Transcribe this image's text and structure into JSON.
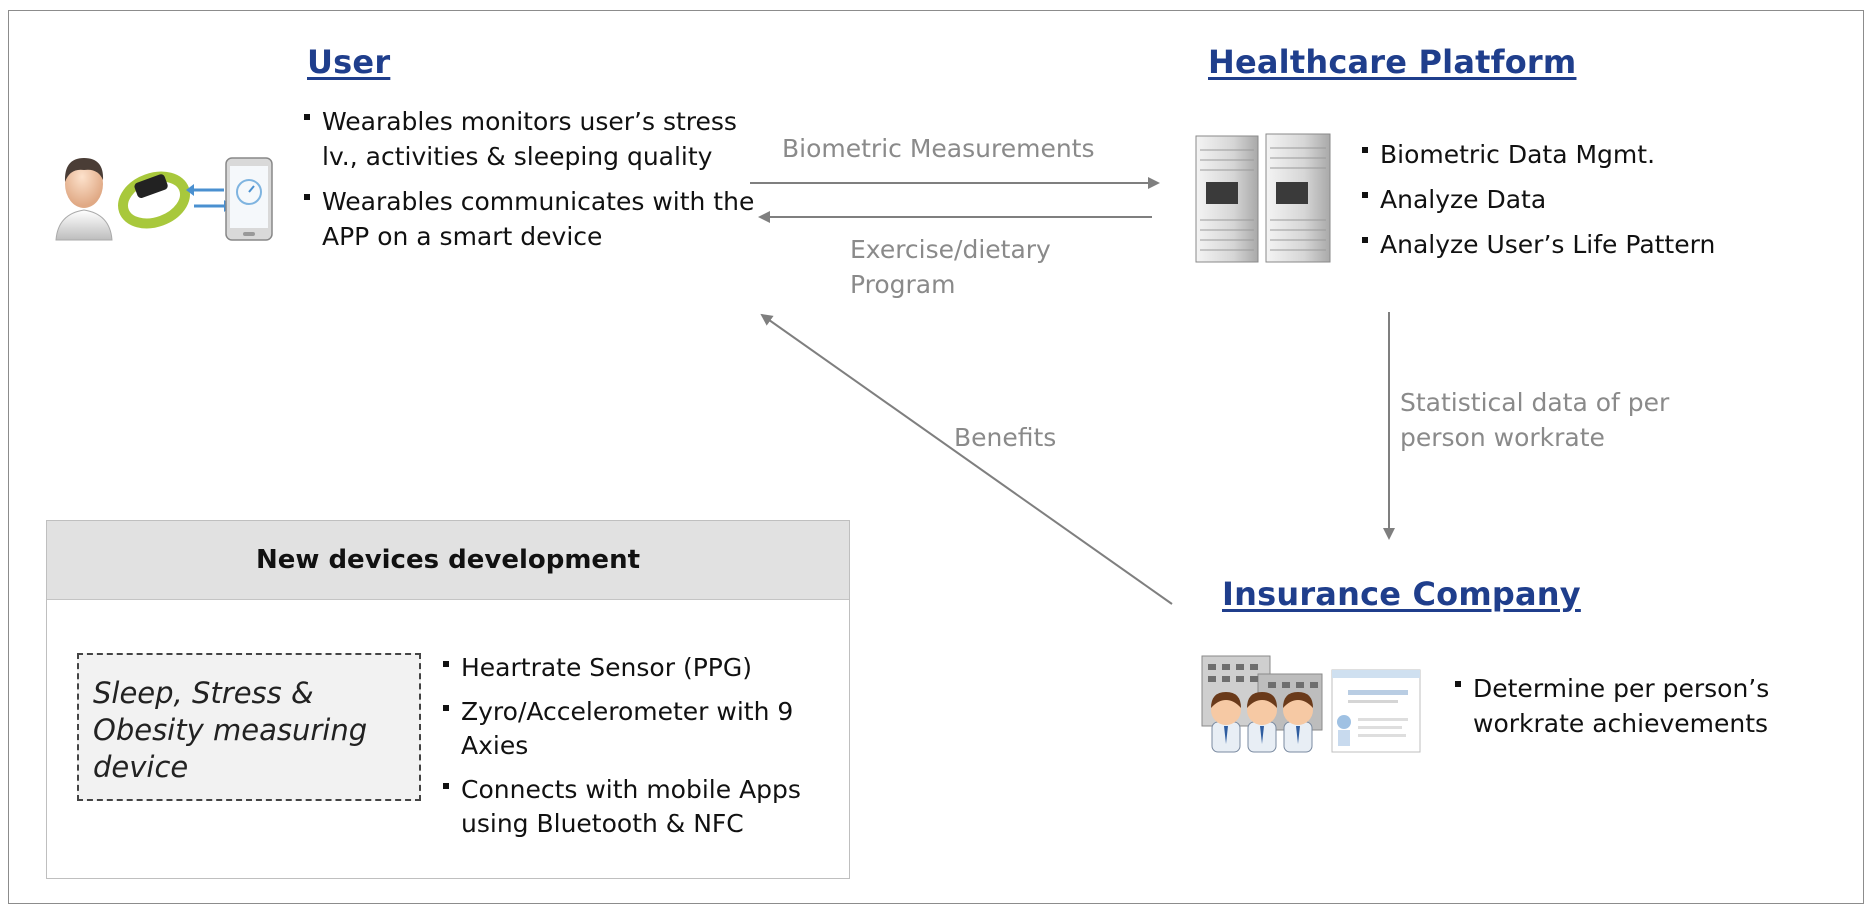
{
  "user": {
    "title": "User",
    "bullets": [
      "Wearables monitors user’s stress lv., activities & sleeping quality",
      "Wearables communicates with the APP on a smart device"
    ]
  },
  "platform": {
    "title": "Healthcare Platform",
    "bullets": [
      "Biometric Data Mgmt.",
      "Analyze Data",
      "Analyze User’s Life Pattern"
    ]
  },
  "insurance": {
    "title": "Insurance Company",
    "bullets": [
      "Determine per person’s workrate achievements"
    ]
  },
  "flows": {
    "biometric": "Biometric Measurements",
    "exercise": "Exercise/dietary Program",
    "benefits": "Benefits",
    "statistical": "Statistical data of per person workrate"
  },
  "devices": {
    "header": "New devices development",
    "device_label": "Sleep, Stress & Obesity measuring device",
    "features": [
      "Heartrate Sensor (PPG)",
      "Zyro/Accelerometer with 9 Axies",
      "Connects with mobile Apps using Bluetooth & NFC"
    ]
  },
  "icons": {
    "user": "person-avatar-icon",
    "band": "fitness-band-icon",
    "phone": "smartphone-icon",
    "server": "server-rack-icon",
    "building": "office-building-icon",
    "document": "document-page-icon"
  },
  "colors": {
    "heading": "#1f3e8c",
    "arrow": "#7f7f7f",
    "band": "#a8c83c",
    "sync_arrow": "#4a90d0"
  }
}
